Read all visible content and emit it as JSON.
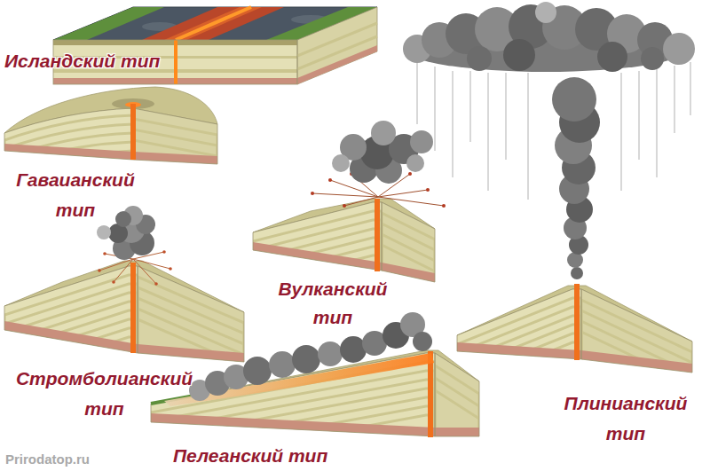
{
  "diagram": {
    "labels": [
      "Исландский тип",
      "Гаваианский тип",
      "Вулканский тип",
      "Стромболианский тип",
      "Пелеанский тип",
      "Плинианский тип",
      "Prirodatop.ru"
    ]
  }
}
